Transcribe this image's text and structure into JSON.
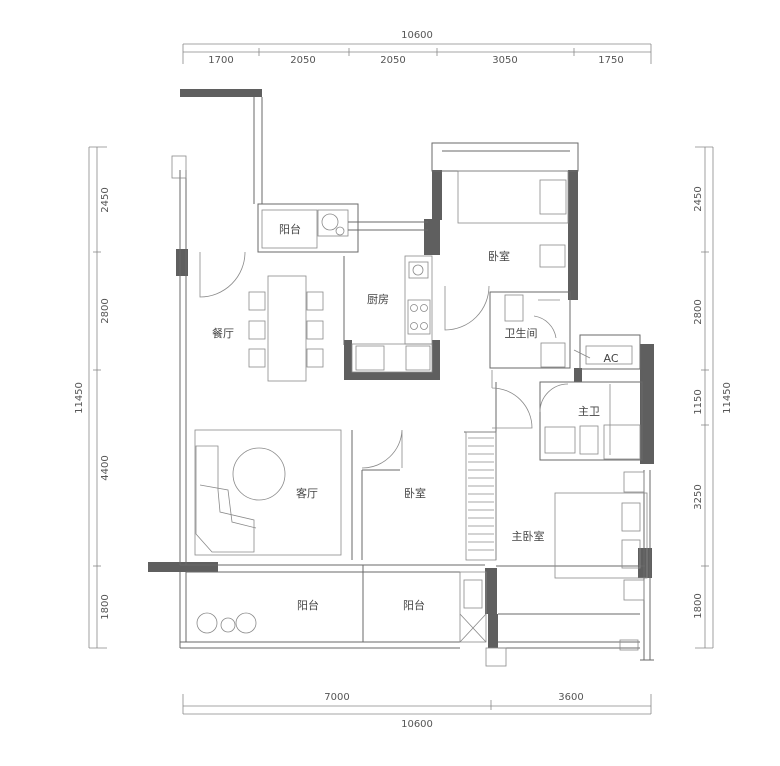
{
  "dimensions": {
    "top_total": "10600",
    "top_segments": [
      "1700",
      "2050",
      "2050",
      "3050",
      "1750"
    ],
    "bottom_total": "10600",
    "bottom_segments": [
      "7000",
      "3600"
    ],
    "left_total": "11450",
    "left_segments": [
      "2450",
      "2800",
      "4400",
      "1800"
    ],
    "right_total": "11450",
    "right_segments": [
      "2450",
      "2800",
      "1150",
      "3250",
      "1800"
    ]
  },
  "rooms": {
    "balcony_small": "阳台",
    "bedroom_top": "卧室",
    "kitchen": "厨房",
    "dining": "餐厅",
    "bathroom": "卫生间",
    "ac": "AC",
    "master_bath": "主卫",
    "living": "客厅",
    "bedroom_mid": "卧室",
    "master_bedroom": "主卧室",
    "balcony_left": "阳台",
    "balcony_right": "阳台"
  },
  "colors": {
    "wall": "#5f5f5f",
    "line": "#6a6a6a",
    "text": "#555555"
  }
}
